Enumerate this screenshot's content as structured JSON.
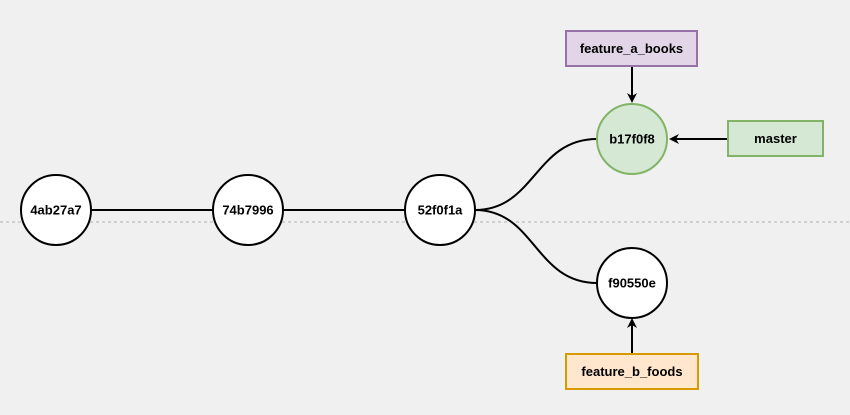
{
  "commits": {
    "c1": {
      "id": "4ab27a7"
    },
    "c2": {
      "id": "74b7996"
    },
    "c3": {
      "id": "52f0f1a"
    },
    "c4": {
      "id": "b17f0f8"
    },
    "c5": {
      "id": "f90550e"
    }
  },
  "branches": {
    "feature_a": {
      "label": "feature_a_books"
    },
    "master": {
      "label": "master"
    },
    "feature_b": {
      "label": "feature_b_foods"
    }
  },
  "colors": {
    "background": "#f0f0f0",
    "guide_line": "#b0b0b0",
    "commit_default_fill": "#ffffff",
    "commit_default_stroke": "#000000",
    "commit_head_fill": "#d5e8d4",
    "commit_head_stroke": "#82b366",
    "feature_a_fill": "#e1d5e7",
    "feature_a_stroke": "#9673a6",
    "master_fill": "#d5e8d4",
    "master_stroke": "#82b366",
    "feature_b_fill": "#ffe6cc",
    "feature_b_stroke": "#d79b00"
  }
}
